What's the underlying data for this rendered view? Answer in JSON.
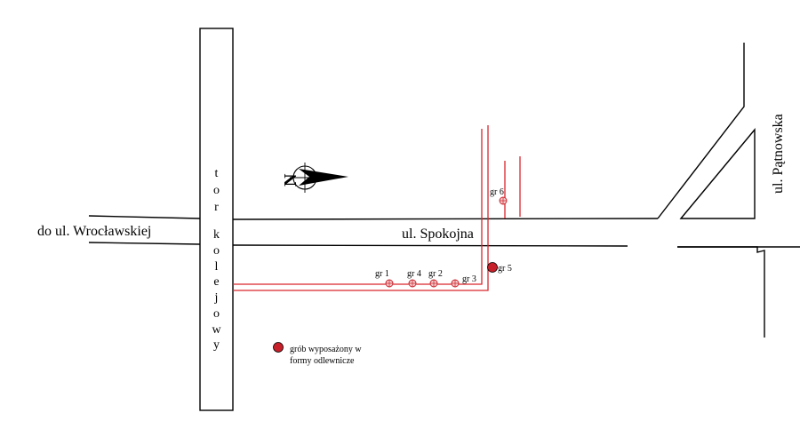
{
  "map": {
    "road_west": "do ul. Wrocławskiej",
    "road_main": "ul. Spokojna",
    "road_east": "ul. Pątnowska",
    "railway_letters": [
      "t",
      "o",
      "r",
      "k",
      "o",
      "l",
      "e",
      "j",
      "o",
      "w",
      "y"
    ],
    "compass_letter": "N",
    "graves": [
      {
        "label": "gr 1",
        "type": "regular"
      },
      {
        "label": "gr 4",
        "type": "regular"
      },
      {
        "label": "gr 2",
        "type": "regular"
      },
      {
        "label": "gr 3",
        "type": "regular"
      },
      {
        "label": "gr 5",
        "type": "mould-grave"
      },
      {
        "label": "gr 6",
        "type": "regular"
      }
    ],
    "legend": {
      "line1": "grób wyposażony w",
      "line2": "formy odlewnicze"
    }
  },
  "colors": {
    "trench": "#d9262c",
    "grave_fill_highlight": "#c8202a",
    "ink": "#000000"
  }
}
